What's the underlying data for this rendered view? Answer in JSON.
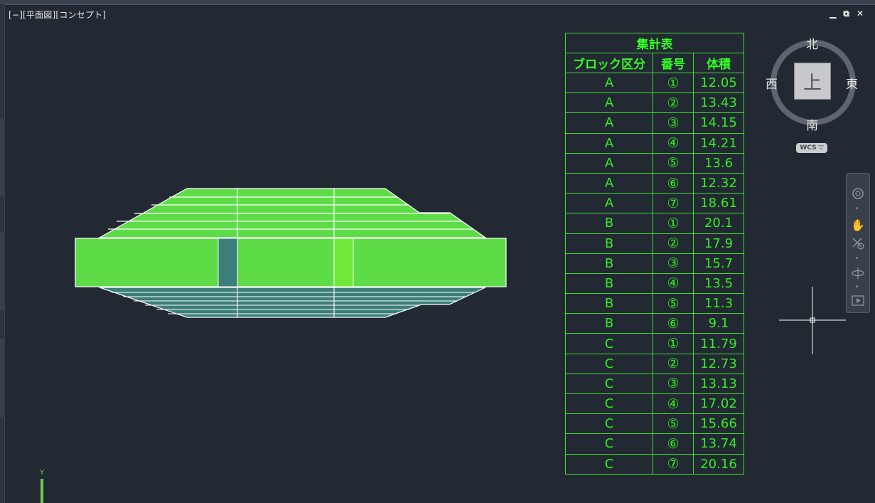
{
  "viewport": {
    "label": "[−][平面図][コンセプト]",
    "controls": {
      "minimize": "▁",
      "restore": "⧉",
      "close": "✕"
    }
  },
  "schedule": {
    "title": "集計表",
    "headers": [
      "ブロック区分",
      "番号",
      "体積"
    ],
    "rows": [
      {
        "block": "A",
        "num": "①",
        "vol": "12.05"
      },
      {
        "block": "A",
        "num": "②",
        "vol": "13.43"
      },
      {
        "block": "A",
        "num": "③",
        "vol": "14.15"
      },
      {
        "block": "A",
        "num": "④",
        "vol": "14.21"
      },
      {
        "block": "A",
        "num": "⑤",
        "vol": "13.6"
      },
      {
        "block": "A",
        "num": "⑥",
        "vol": "12.32"
      },
      {
        "block": "A",
        "num": "⑦",
        "vol": "18.61"
      },
      {
        "block": "B",
        "num": "①",
        "vol": "20.1"
      },
      {
        "block": "B",
        "num": "②",
        "vol": "17.9"
      },
      {
        "block": "B",
        "num": "③",
        "vol": "15.7"
      },
      {
        "block": "B",
        "num": "④",
        "vol": "13.5"
      },
      {
        "block": "B",
        "num": "⑤",
        "vol": "11.3"
      },
      {
        "block": "B",
        "num": "⑥",
        "vol": "9.1"
      },
      {
        "block": "C",
        "num": "①",
        "vol": "11.79"
      },
      {
        "block": "C",
        "num": "②",
        "vol": "12.73"
      },
      {
        "block": "C",
        "num": "③",
        "vol": "13.13"
      },
      {
        "block": "C",
        "num": "④",
        "vol": "17.02"
      },
      {
        "block": "C",
        "num": "⑤",
        "vol": "15.66"
      },
      {
        "block": "C",
        "num": "⑥",
        "vol": "13.74"
      },
      {
        "block": "C",
        "num": "⑦",
        "vol": "20.16"
      }
    ]
  },
  "viewcube": {
    "face": "上",
    "north": "北",
    "south": "南",
    "east": "東",
    "west": "西"
  },
  "wcs": {
    "label": "WCS ▽"
  },
  "ucs": {
    "y_label": "Y"
  },
  "colors": {
    "background": "#222933",
    "table_green": "#33ff22",
    "block_green": "#5edc48",
    "block_teal": "#3c7f78",
    "block_bright": "#70e83a",
    "outline": "#ffffff"
  },
  "navbar": {
    "icons": [
      "steering-wheel-icon",
      "pan-hand-icon",
      "zoom-extents-icon",
      "orbit-icon",
      "showmotion-icon"
    ]
  }
}
